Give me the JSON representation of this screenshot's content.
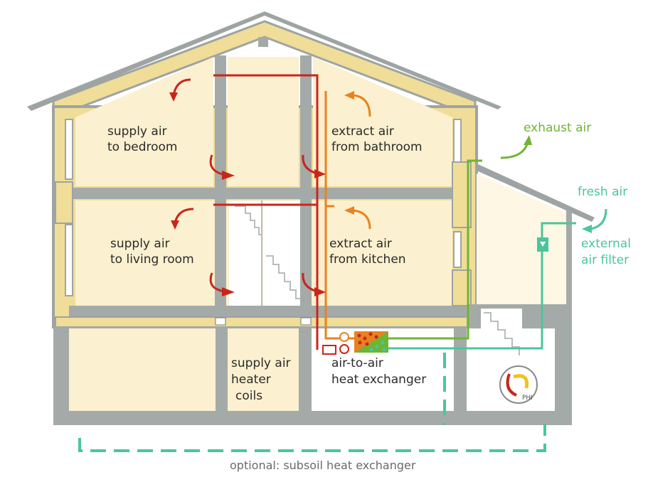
{
  "labels": {
    "supply_bedroom_1": "supply air",
    "supply_bedroom_2": "to bedroom",
    "extract_bathroom_1": "extract air",
    "extract_bathroom_2": "from bathroom",
    "supply_living_1": "supply air",
    "supply_living_2": "to living room",
    "extract_kitchen_1": "extract air",
    "extract_kitchen_2": "from kitchen",
    "heater_1": "supply air",
    "heater_2": "heater",
    "heater_3": "coils",
    "hx_1": "air-to-air",
    "hx_2": "heat exchanger",
    "exhaust": "exhaust air",
    "fresh": "fresh air",
    "filter_1": "external",
    "filter_2": "air filter",
    "subsoil": "optional: subsoil heat exchanger",
    "logo_text": "PHI"
  },
  "colors": {
    "wall": "#a4aaa8",
    "wall_dark": "#7f8685",
    "insulation": "#f0dd97",
    "interior": "#fbf0cf",
    "roof": "#9ea4a3",
    "supply": "#c8261c",
    "extract": "#e9821e",
    "exhaust": "#6fb534",
    "fresh": "#4bc59c",
    "text": "#2b2b2b",
    "caption": "#6a6a6a"
  }
}
